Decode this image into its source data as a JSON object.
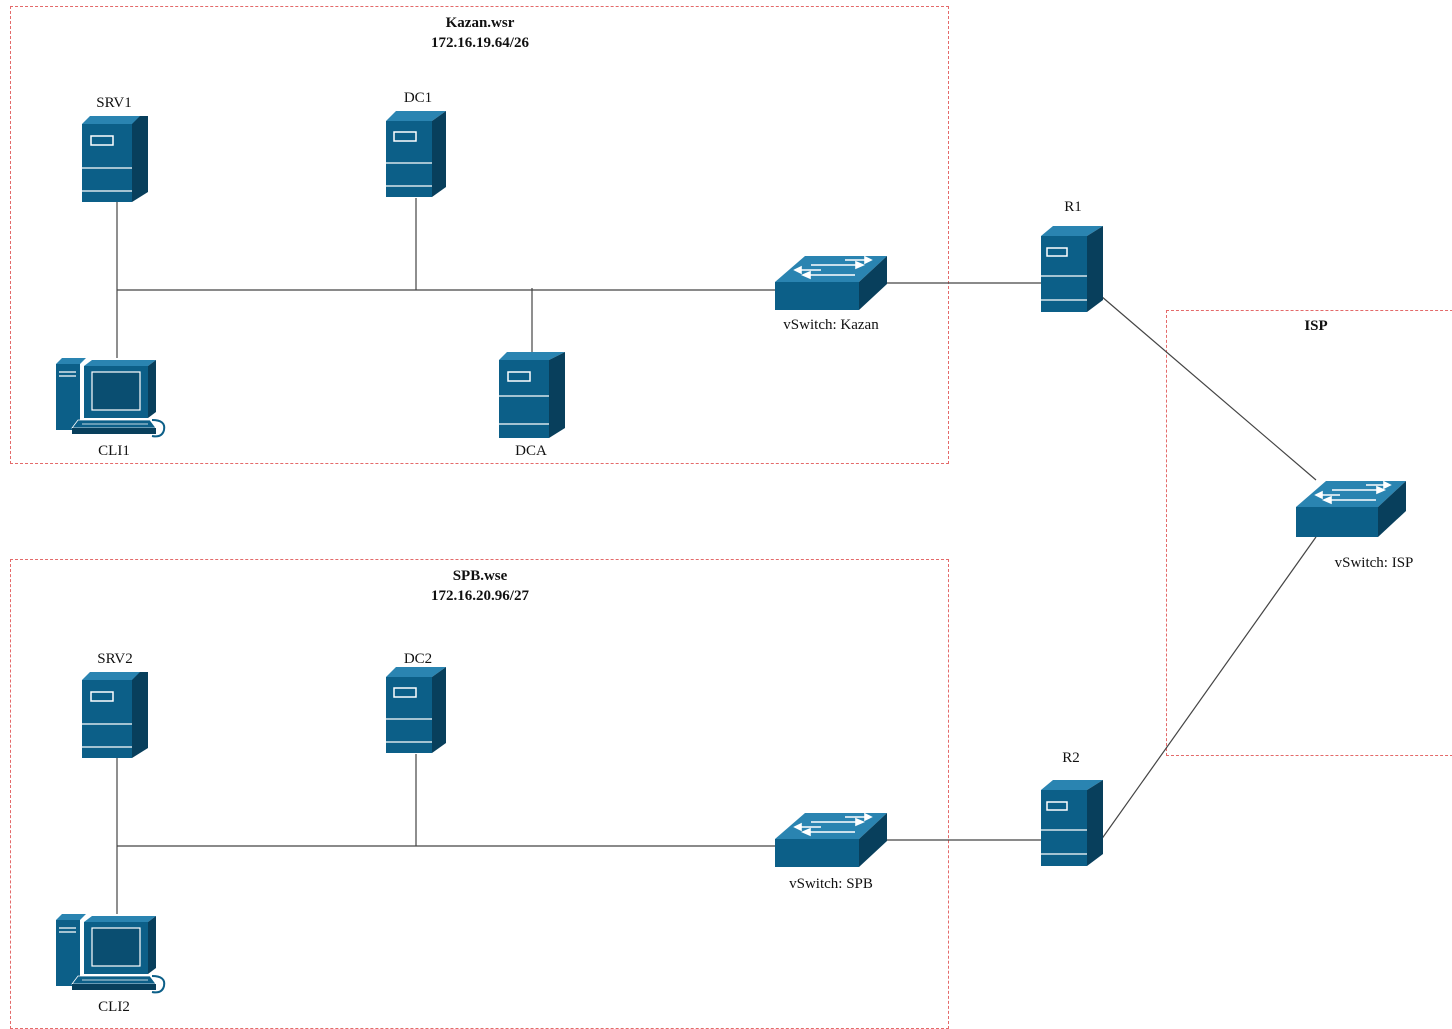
{
  "zones": {
    "kazan": {
      "name": "Kazan.wsr",
      "subnet": "172.16.19.64/26"
    },
    "spb": {
      "name": "SPB.wse",
      "subnet": "172.16.20.96/27"
    },
    "isp": {
      "name": "ISP"
    }
  },
  "devices": {
    "srv1": "SRV1",
    "dc1": "DC1",
    "cli1": "CLI1",
    "dca": "DCA",
    "vswitch_kazan": "vSwitch: Kazan",
    "r1": "R1",
    "vswitch_isp": "vSwitch: ISP",
    "r2": "R2",
    "srv2": "SRV2",
    "dc2": "DC2",
    "cli2": "CLI2",
    "vswitch_spb": "vSwitch: SPB"
  },
  "colors": {
    "device_front": "#0c5f88",
    "device_top": "#2a84b1",
    "device_side": "#083f5c",
    "zone_border": "#e46a6a",
    "link": "#444444"
  }
}
